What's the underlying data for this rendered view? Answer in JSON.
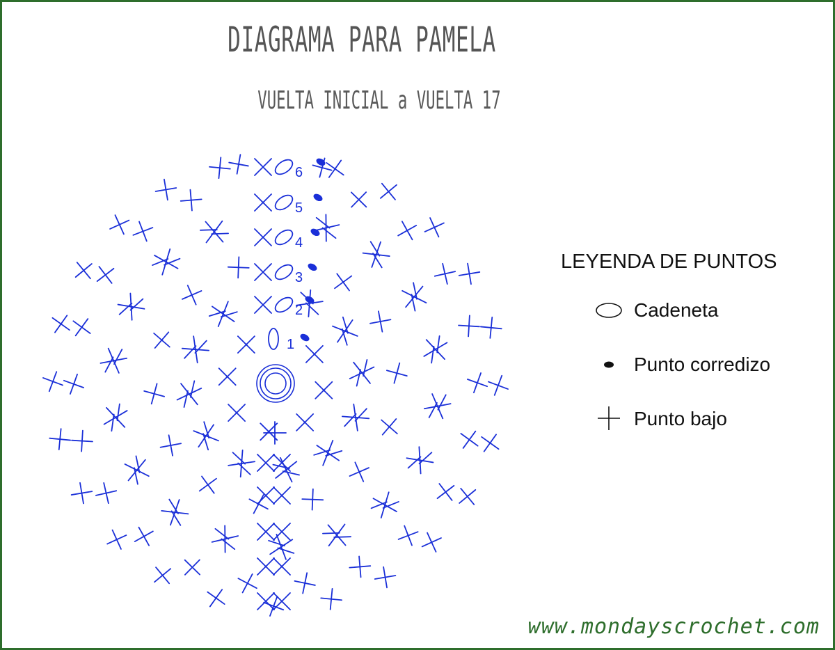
{
  "title": "DIAGRAMA PARA PAMELA",
  "subtitle": "VUELTA INICIAL a VUELTA 17",
  "legend": {
    "title": "LEYENDA DE PUNTOS",
    "items": [
      {
        "label": "Cadeneta",
        "icon": "chain-stitch-oval-icon"
      },
      {
        "label": "Punto corredizo",
        "icon": "slip-stitch-dot-icon"
      },
      {
        "label": "Punto bajo",
        "icon": "single-crochet-cross-icon"
      }
    ]
  },
  "round_numbers": [
    "1",
    "2",
    "3",
    "4",
    "5",
    "6"
  ],
  "website": "www.mondayscrochet.com",
  "colors": {
    "stitch": "#1a2fd8",
    "slip_dot": "#1a2fd8",
    "frame": "#2e6e2c",
    "title": "#555555",
    "website": "#2e6e2c"
  }
}
